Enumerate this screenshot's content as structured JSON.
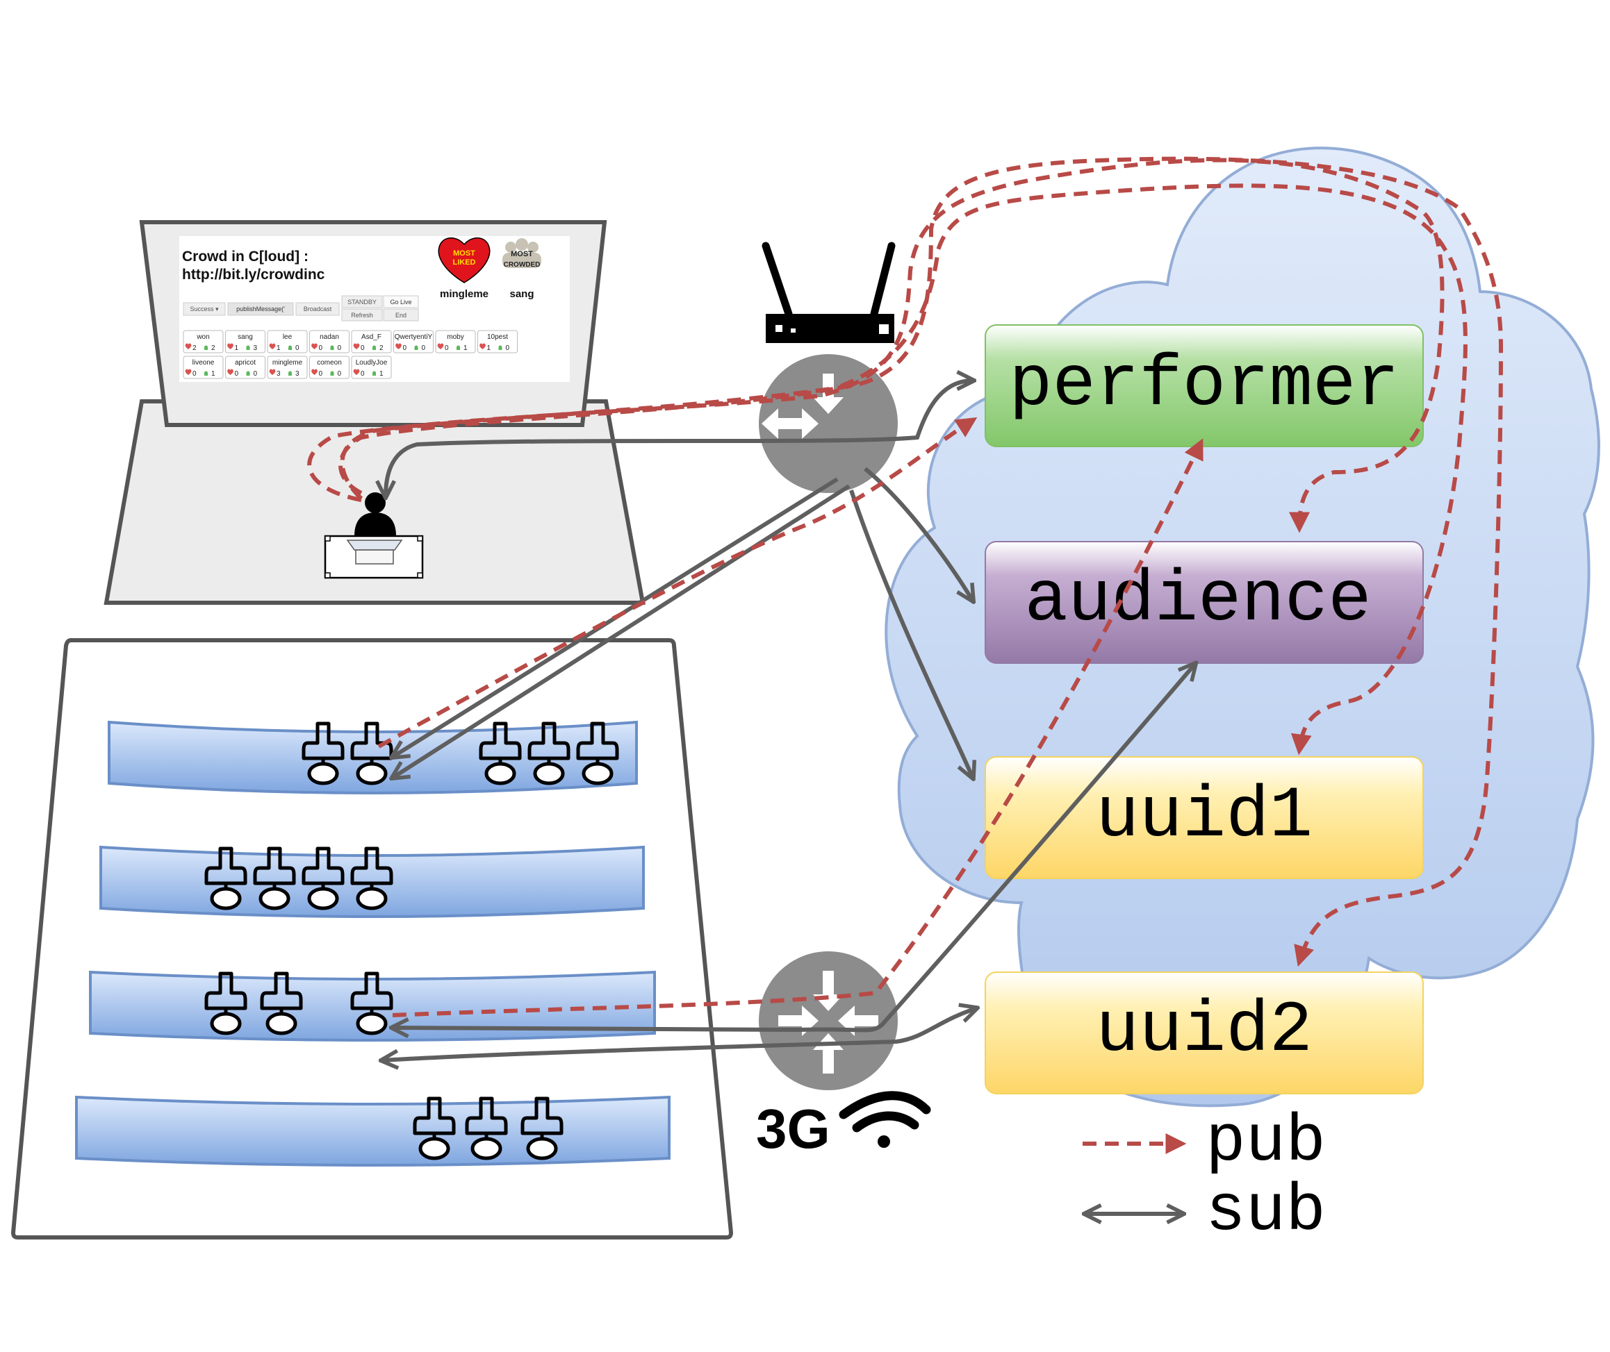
{
  "screen": {
    "title_line1": "Crowd in C[loud] :",
    "title_line2": "http://bit.ly/crowdinc",
    "badge_liked_line1": "MOST",
    "badge_liked_line2": "LIKED",
    "badge_liked_user": "mingleme",
    "badge_crowded_line1": "MOST",
    "badge_crowded_line2": "CROWDED",
    "badge_crowded_user": "sang",
    "buttons": {
      "success": "Success ▾",
      "publish": "publishMessage('",
      "broadcast": "Broadcast",
      "standby": "STANDBY",
      "golive": "Go Live",
      "refresh": "Refresh",
      "end": "End"
    },
    "users": [
      {
        "name": "won",
        "likes": "2",
        "crowd": "2"
      },
      {
        "name": "sang",
        "likes": "1",
        "crowd": "3"
      },
      {
        "name": "lee",
        "likes": "1",
        "crowd": "0"
      },
      {
        "name": "nadan",
        "likes": "0",
        "crowd": "0"
      },
      {
        "name": "Asd_F",
        "likes": "0",
        "crowd": "2"
      },
      {
        "name": "QwertyentiY",
        "likes": "0",
        "crowd": "0"
      },
      {
        "name": "moby",
        "likes": "0",
        "crowd": "1"
      },
      {
        "name": "10pest",
        "likes": "1",
        "crowd": "0"
      },
      {
        "name": "liveone",
        "likes": "0",
        "crowd": "1"
      },
      {
        "name": "apricot",
        "likes": "0",
        "crowd": "0"
      },
      {
        "name": "mingleme",
        "likes": "3",
        "crowd": "3"
      },
      {
        "name": "comeon",
        "likes": "0",
        "crowd": "0"
      },
      {
        "name": "LoudlyJoe",
        "likes": "0",
        "crowd": "1"
      }
    ]
  },
  "channels": {
    "performer": "performer",
    "audience": "audience",
    "uuid1": "uuid1",
    "uuid2": "uuid2"
  },
  "network": {
    "cellular_label": "3G"
  },
  "legend": {
    "pub": "pub",
    "sub": "sub"
  },
  "colors": {
    "pub_arrow": "#b84a47",
    "sub_arrow": "#5f5f5f",
    "cloud_fill": "#c9daf3",
    "cloud_stroke": "#93add6",
    "performer": "#93cf7c",
    "audience": "#a88cb7",
    "uuid": "#fed96e",
    "seat_row": "#9fbde9",
    "router": "#8c8c8c"
  },
  "icons": [
    "wifi-router-icon",
    "router-icon",
    "wifi-signal-icon",
    "person-icon",
    "laptop-icon",
    "audience-member-icon",
    "heart-icon",
    "crowd-icon"
  ]
}
